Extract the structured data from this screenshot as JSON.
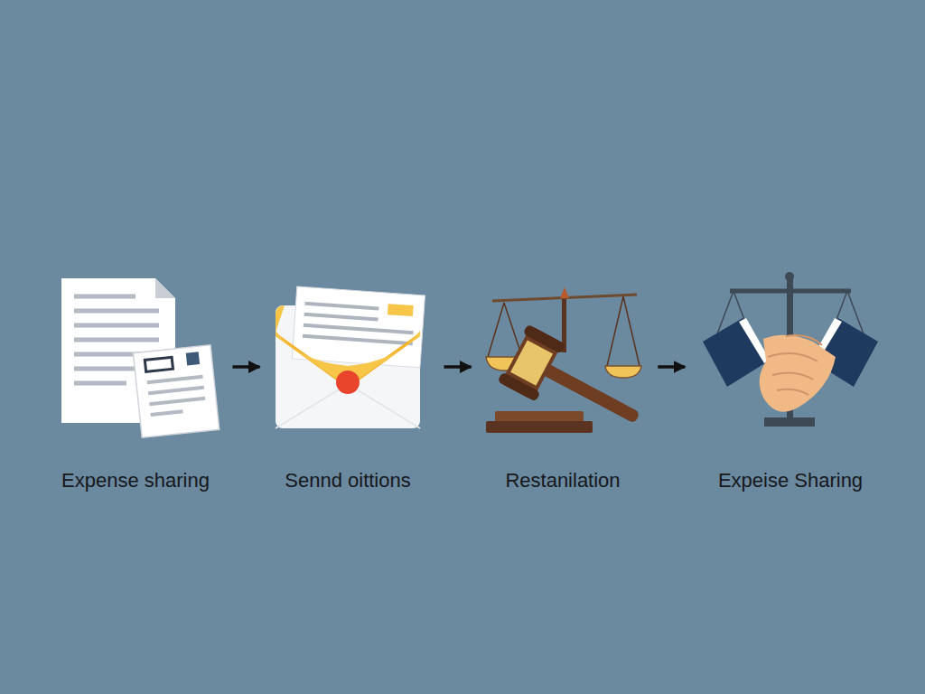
{
  "diagram": {
    "nodes": [
      {
        "text": [
          "Expense sharing"
        ]
      },
      {
        "text": [
          "Sennd oittions"
        ]
      },
      {
        "text": [
          "Restanilation"
        ]
      },
      {
        "text": [
          "Expeise Sharing"
        ]
      }
    ],
    "edges": [
      {
        "from": 0,
        "to": 1,
        "arrow": "to"
      },
      {
        "from": 1,
        "to": 2,
        "arrow": "to"
      },
      {
        "from": 2,
        "to": 3,
        "arrow": "to"
      }
    ]
  }
}
